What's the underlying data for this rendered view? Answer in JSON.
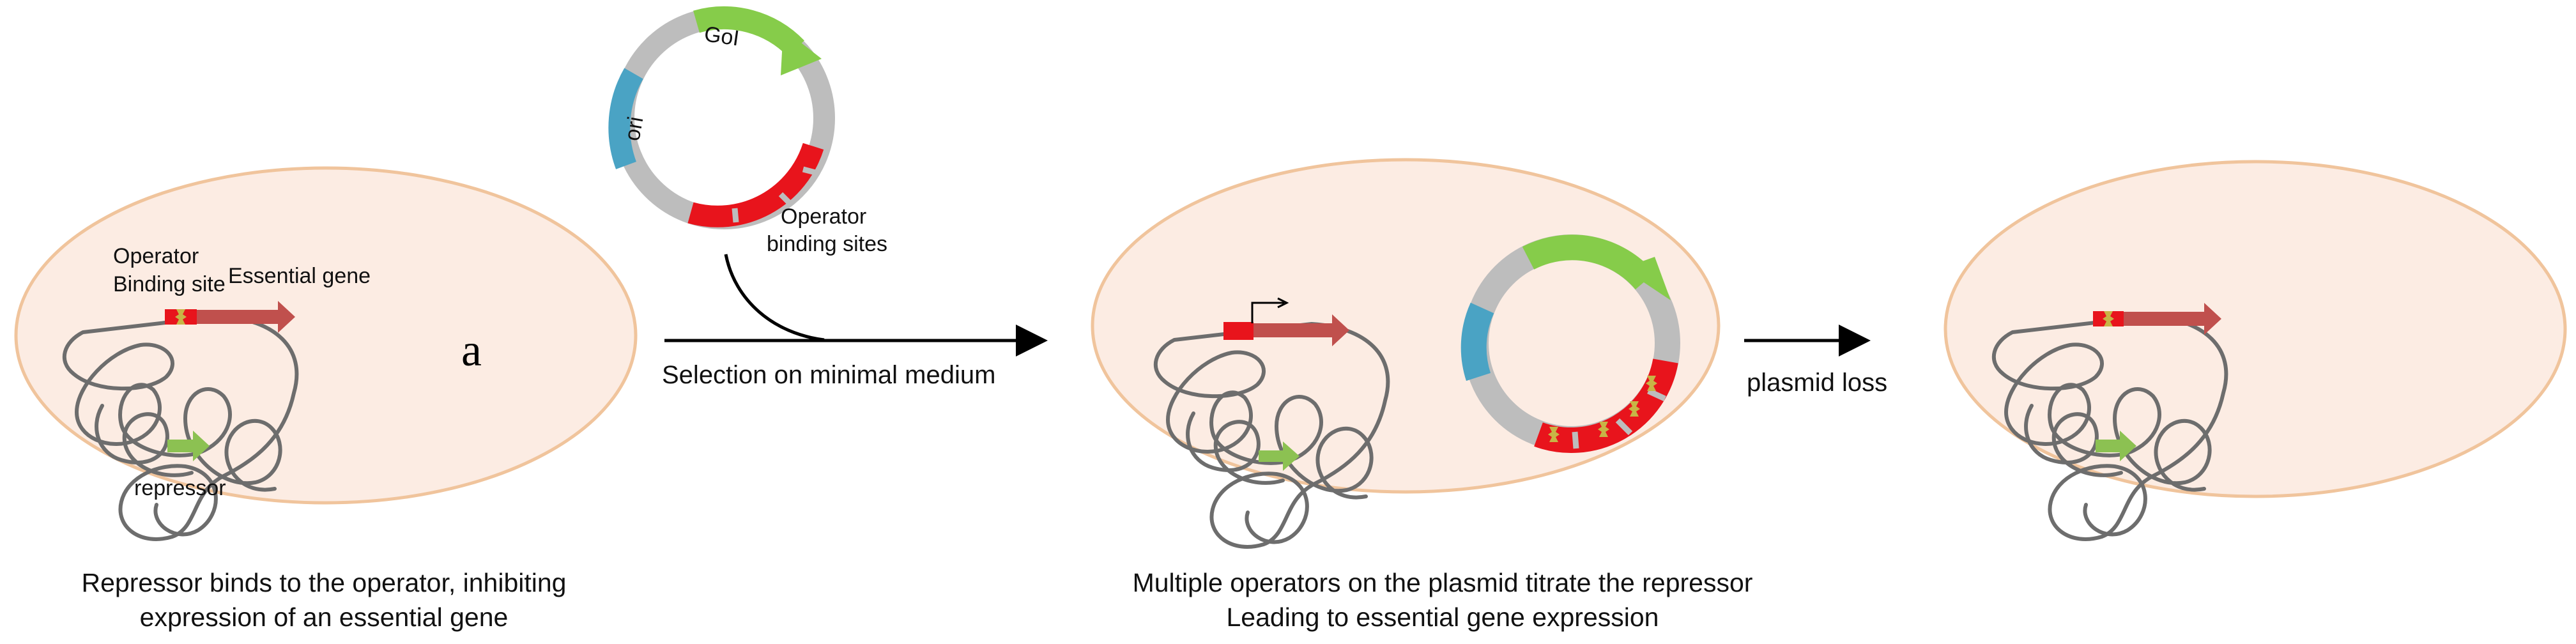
{
  "panel_letter": "a",
  "plasmid_labels": {
    "gene_of_interest": "GoI",
    "origin": "ori",
    "operator_sites_line1": "Operator",
    "operator_sites_line2": "binding sites"
  },
  "cell1_labels": {
    "operator_line1": "Operator",
    "operator_line2": "Binding site",
    "essential_gene": "Essential gene",
    "repressor": "repressor"
  },
  "arrows": {
    "selection": "Selection on minimal medium",
    "plasmid_loss": "plasmid loss"
  },
  "captions": {
    "cell1_line1": "Repressor binds to the operator, inhibiting",
    "cell1_line2": "expression of an essential gene",
    "cell2_line1": "Multiple operators on the plasmid titrate the repressor",
    "cell2_line2": "Leading to essential gene expression"
  },
  "colors": {
    "cell_fill": "#fcece3",
    "cell_outline": "#f0c49c",
    "plasmid_backbone": "#bdbdbd",
    "gene_of_interest": "#86cc4a",
    "origin": "#4aa3c4",
    "operator": "#e8141c",
    "essential_gene": "#c0504d",
    "repressor": "#8cc152",
    "repressor_protein": "#c8b446"
  }
}
